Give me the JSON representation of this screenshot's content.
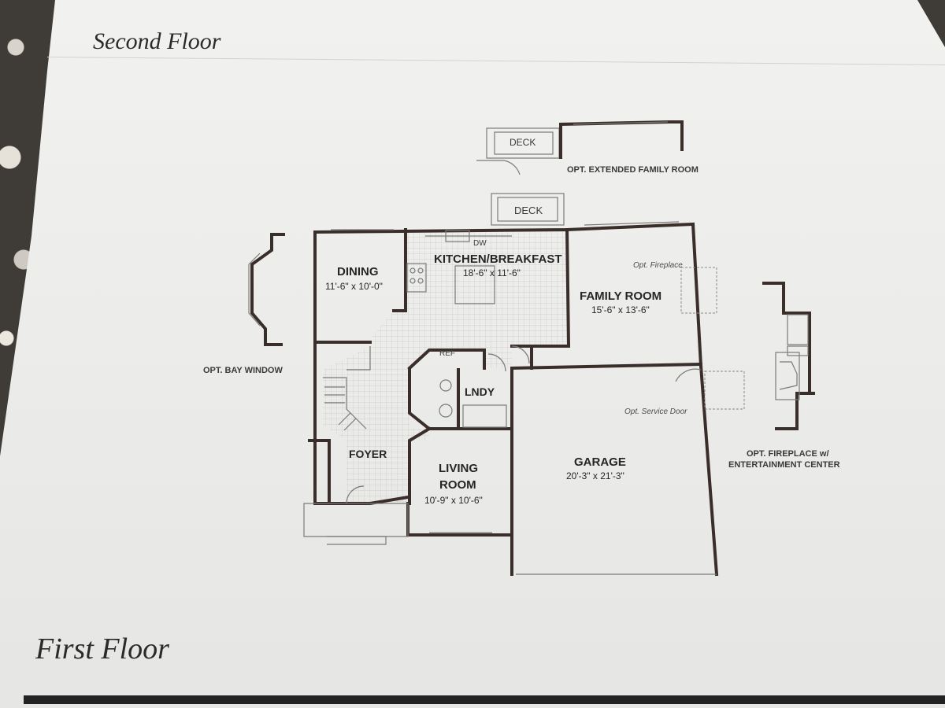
{
  "document": {
    "second_floor_title": "Second Floor",
    "first_floor_title": "First Floor"
  },
  "plan": {
    "deck_upper": "DECK",
    "opt_extended_family_room": "OPT. EXTENDED FAMILY ROOM",
    "deck_lower": "DECK",
    "dining": {
      "name": "DINING",
      "size": "11'-6\" x 10'-0\""
    },
    "kitchen": {
      "name": "KITCHEN/BREAKFAST",
      "size": "18'-6\" x 11'-6\""
    },
    "dw": "DW",
    "ref": "REF",
    "opt_fireplace": "Opt. Fireplace",
    "family_room": {
      "name": "FAMILY ROOM",
      "size": "15'-6\" x 13'-6\""
    },
    "opt_bay_window": "OPT. BAY WINDOW",
    "lndy": "LNDY",
    "opt_service_door": "Opt. Service Door",
    "foyer": "FOYER",
    "living_room": {
      "name_line1": "LIVING",
      "name_line2": "ROOM",
      "size": "10'-9\" x 10'-6\""
    },
    "garage": {
      "name": "GARAGE",
      "size": "20'-3\" x 21'-3\""
    },
    "opt_fireplace_ent_line1": "OPT. FIREPLACE w/",
    "opt_fireplace_ent_line2": "ENTERTAINMENT CENTER"
  }
}
